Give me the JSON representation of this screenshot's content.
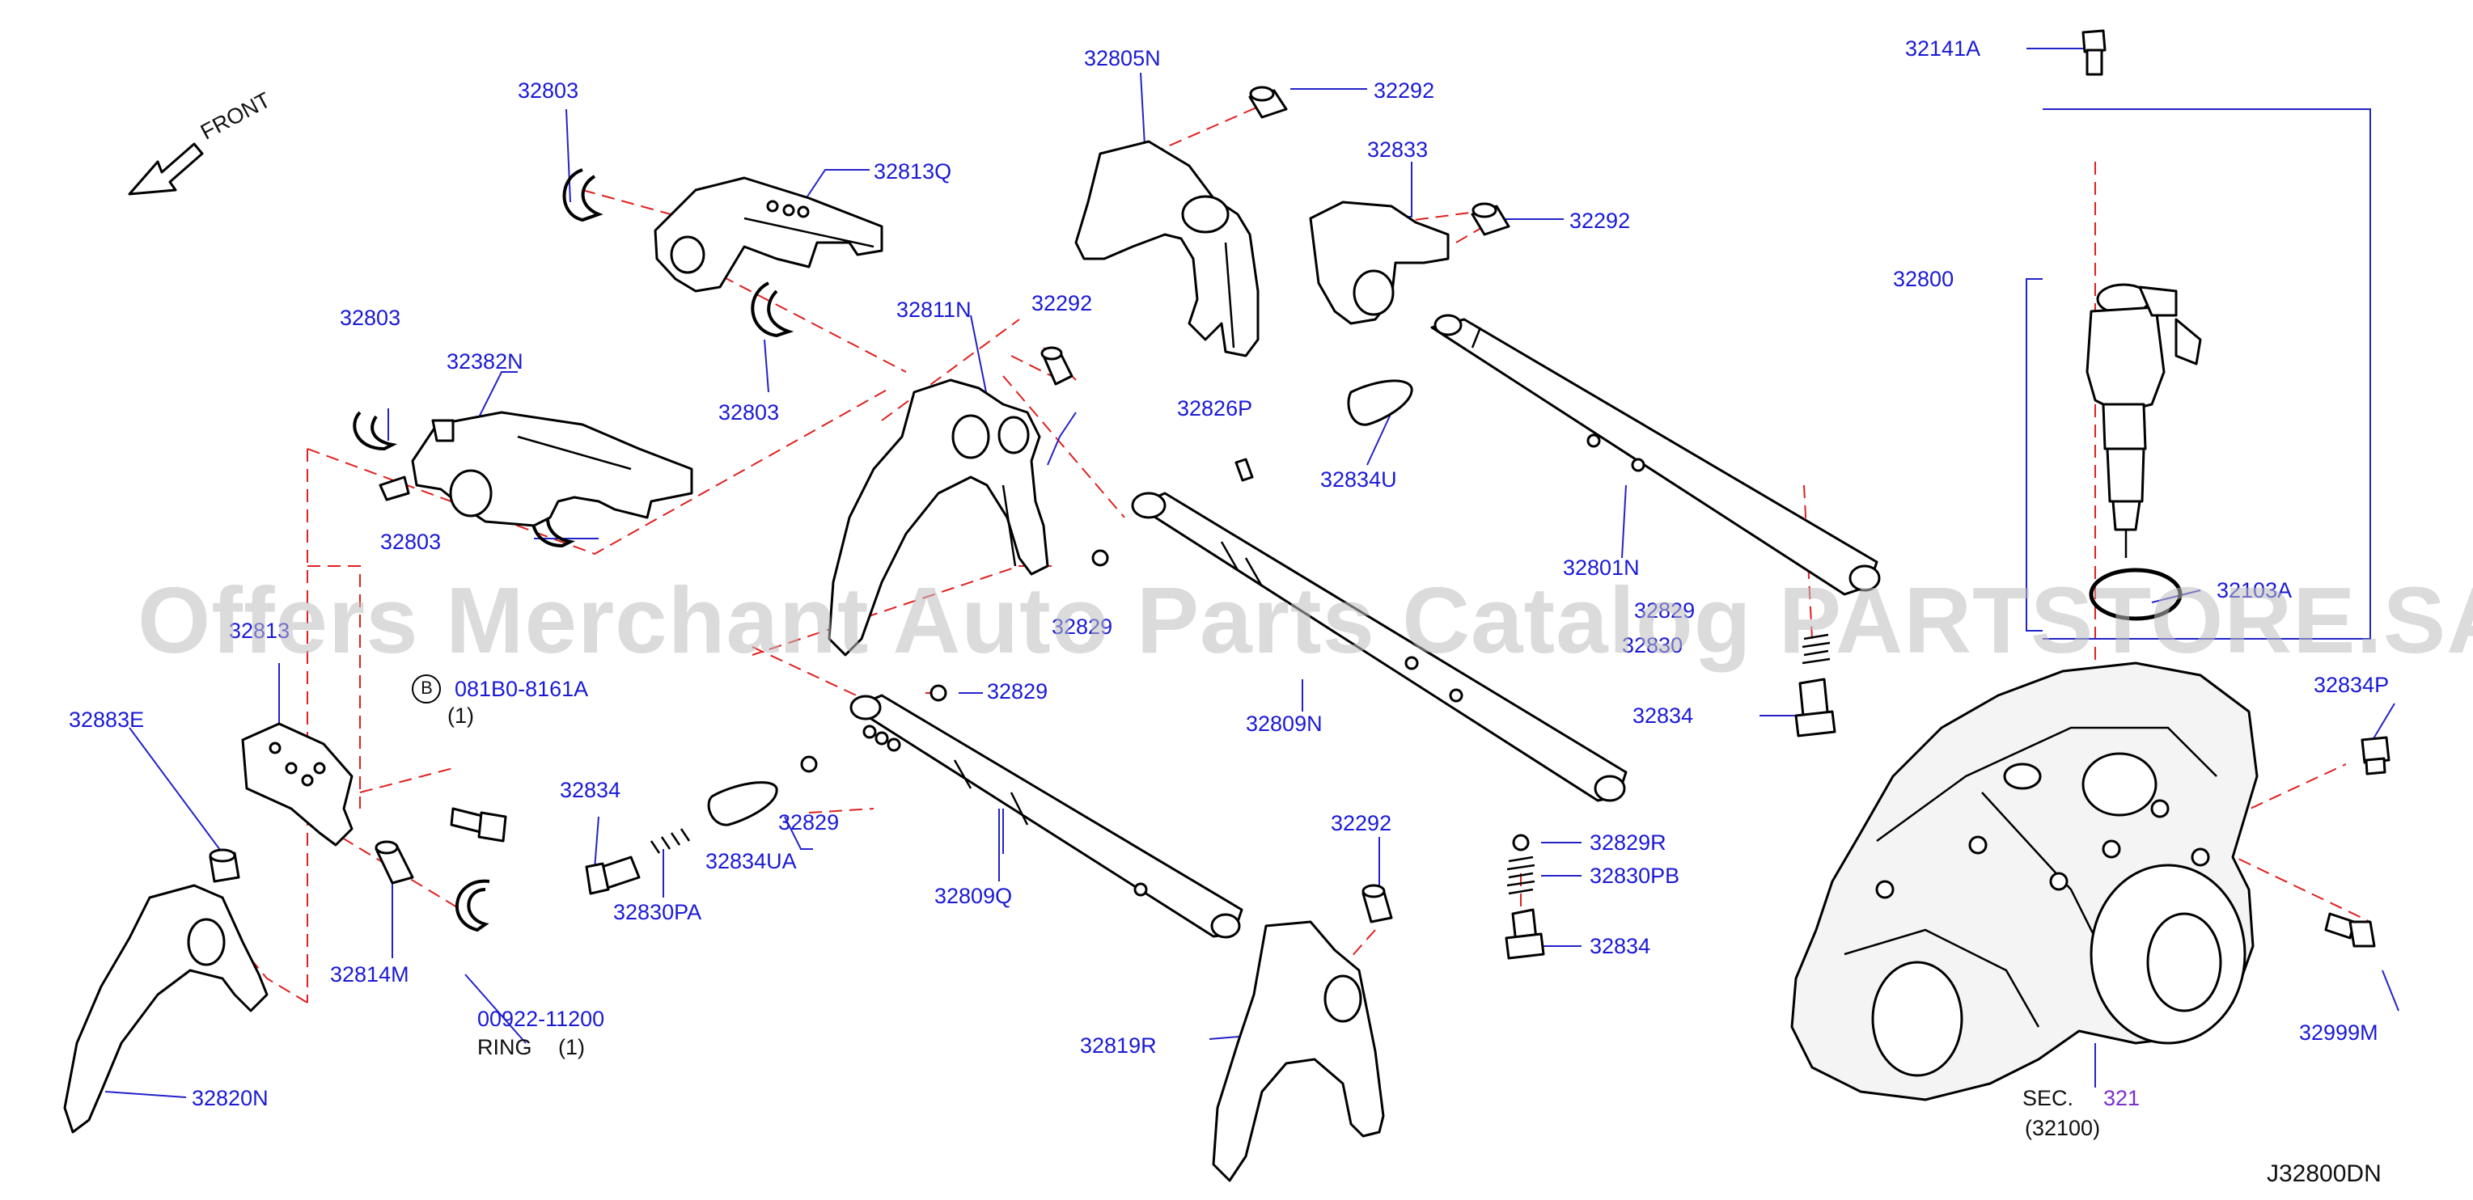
{
  "diagram": {
    "drawing_code": "J32800DN",
    "front_label": "FRONT",
    "watermark": "Offers Merchant Auto Parts Catalog PARTSTORE.SA",
    "bolt_callout": {
      "symbol": "B",
      "part": "081B0-8161A",
      "qty": "(1)"
    },
    "ring_callout": {
      "part": "00922-11200",
      "name": "RING",
      "qty": "(1)"
    },
    "section_ref": {
      "prefix": "SEC.",
      "number": "321",
      "sub": "(32100)"
    },
    "labels": {
      "l32803_a": "32803",
      "l32813q": "32813Q",
      "l32803_b": "32803",
      "l32382n": "32382N",
      "l32803_c": "32803",
      "l32803_d": "32803",
      "l32805n": "32805N",
      "l32292_a": "32292",
      "l32833": "32833",
      "l32292_b": "32292",
      "l32811n": "32811N",
      "l32292_c": "32292",
      "l32826p": "32826P",
      "l32834u": "32834U",
      "l32801n": "32801N",
      "l32141a": "32141A",
      "l32800": "32800",
      "l3210_r": "32103A",
      "l32820_r": "32829",
      "l32830_r": "32830",
      "l32834_r": "32834",
      "l32834p": "32834P",
      "l3281x": "32813",
      "l32883e": "32883E",
      "l3282x_mid": "32829",
      "l32809n": "32809N",
      "l32829_a": "32829",
      "l32834_m": "32834",
      "l32829_b": "32829",
      "l32834ua": "32834UA",
      "l32830pa": "32830PA",
      "l32814m": "32814M",
      "l32809q": "32809Q",
      "l32292_d": "32292",
      "l32829r": "32829R",
      "l32830pb": "32830PB",
      "l32834_b": "32834",
      "l32819r": "32819R",
      "l32820n": "32820N",
      "l32999m": "32999M"
    }
  }
}
